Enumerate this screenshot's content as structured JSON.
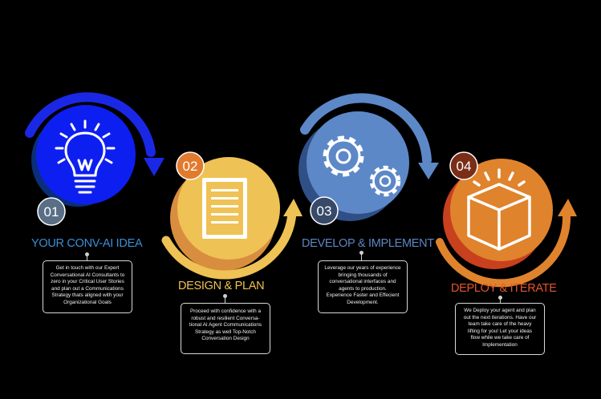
{
  "steps": [
    {
      "number": "01",
      "title": "YOUR CONV-AI IDEA",
      "icon": "lightbulb-icon",
      "color": "#0d1ff0",
      "title_color": "#3a8fd8",
      "description": [
        "Get in touch with our Expert",
        "Conversational AI Consultants to",
        "zero in your Critical User Stories",
        "and plan out a Communications",
        "Strategy thats aligned with your",
        "Organizational Goals"
      ]
    },
    {
      "number": "02",
      "title": "DESIGN & PLAN",
      "icon": "document-icon",
      "color": "#eec254",
      "title_color": "#f0c24c",
      "description": [
        "Proceed with confidence with a",
        "robust and resilient Conversa-",
        "tional AI Agent Communications",
        "Strategy as well Top-Notch",
        "Conversation Design"
      ]
    },
    {
      "number": "03",
      "title": "DEVELOP & IMPLEMENT",
      "icon": "gears-icon",
      "color": "#5d88c8",
      "title_color": "#5d86c4",
      "description": [
        "Leverage our years of experience",
        "bringing thousands of",
        "conversational interfaces and",
        "agents to production.",
        "Experience Faster and Effecient",
        "Development."
      ]
    },
    {
      "number": "04",
      "title": "DEPLOY & ITERATE",
      "icon": "cube-icon",
      "color": "#e0832d",
      "title_color": "#e8552b",
      "description": [
        "We Deploy your agent and plan",
        "out the next iterations. Have our",
        "team take care of the heavy",
        "lifting for you! Let your ideas",
        "flow while we take care of",
        "Implementation"
      ]
    }
  ]
}
